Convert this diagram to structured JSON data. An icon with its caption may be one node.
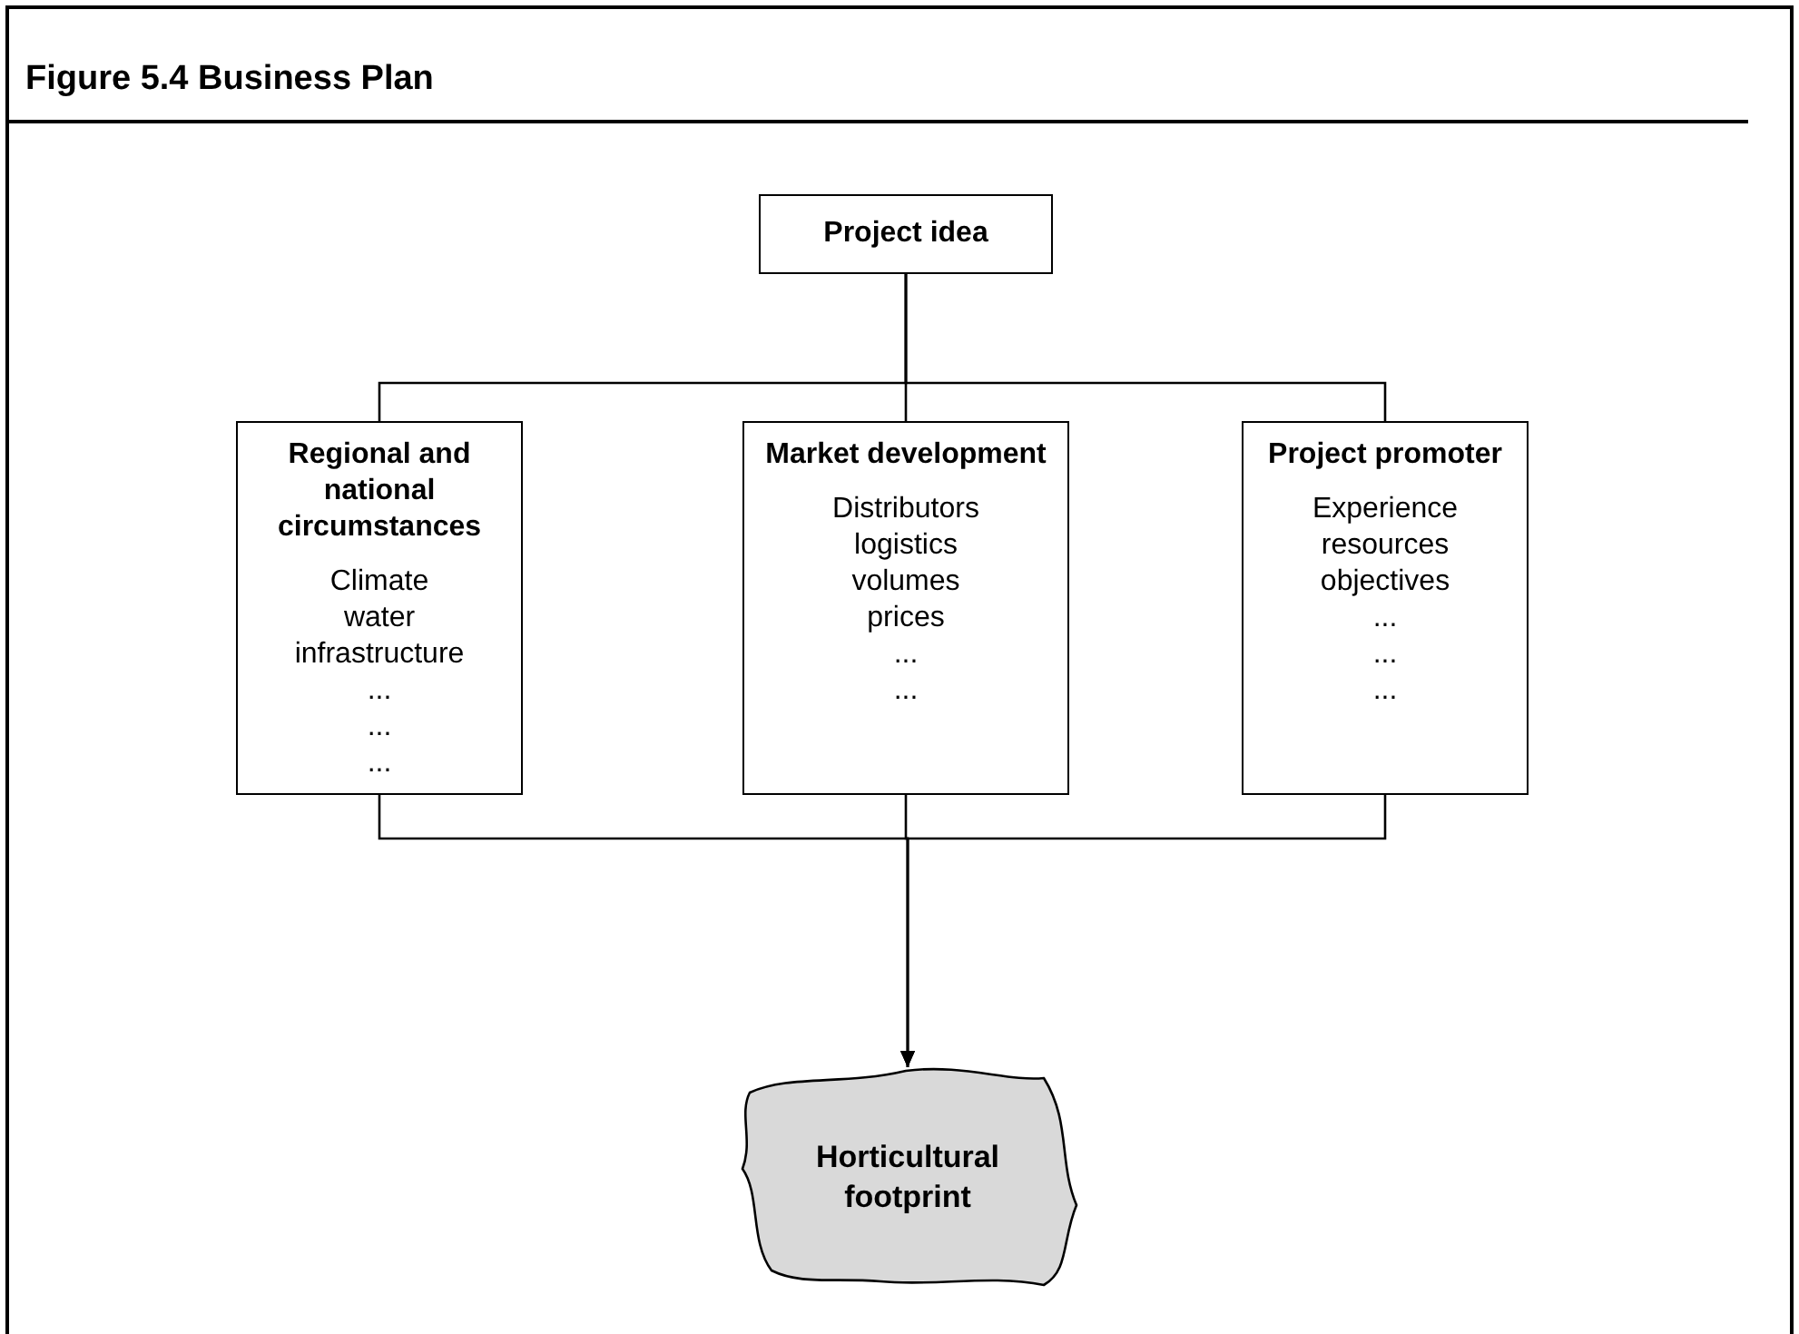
{
  "diagram": {
    "title": "Figure 5.4 Business Plan",
    "nodes": [
      {
        "text": [
          "Project idea"
        ]
      },
      {
        "text": [
          "Regional and national circumstances",
          "Climate",
          "water",
          "infrastructure",
          "...",
          "...",
          "..."
        ]
      },
      {
        "text": [
          "Market development",
          "Distributors",
          "logistics",
          "volumes",
          "prices",
          "...",
          "..."
        ]
      },
      {
        "text": [
          "Project promoter",
          "Experience",
          "resources",
          "objectives",
          "...",
          "...",
          "..."
        ]
      },
      {
        "text": [
          "Horticultural footprint"
        ]
      }
    ],
    "edges": [
      {
        "from": 0,
        "to": 1,
        "arrow": "none"
      },
      {
        "from": 0,
        "to": 2,
        "arrow": "none"
      },
      {
        "from": 0,
        "to": 3,
        "arrow": "none"
      },
      {
        "from": 1,
        "to": 4,
        "arrow": "to"
      },
      {
        "from": 2,
        "to": 4,
        "arrow": "to"
      },
      {
        "from": 3,
        "to": 4,
        "arrow": "to"
      }
    ]
  }
}
